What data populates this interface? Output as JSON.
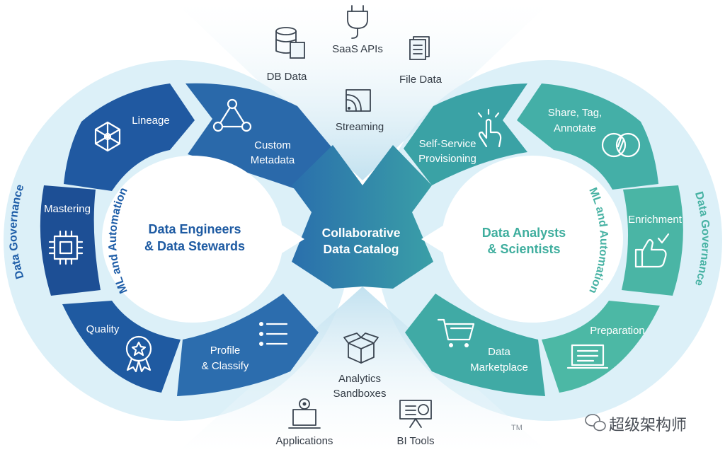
{
  "hub": {
    "line1": "Collaborative",
    "line2": "Data Catalog"
  },
  "left_center": {
    "line1": "Data Engineers",
    "line2": "& Data Stewards"
  },
  "right_center": {
    "line1": "Data Analysts",
    "line2": "& Scientists"
  },
  "left_arcs": {
    "outer": "Data Governance",
    "inner": "ML and Automation"
  },
  "right_arcs": {
    "outer": "Data Governance",
    "inner": "ML and Automation"
  },
  "left_segments": {
    "lineage": "Lineage",
    "custom_metadata": {
      "line1": "Custom",
      "line2": "Metadata"
    },
    "mastering": "Mastering",
    "quality": "Quality",
    "profile": {
      "line1": "Profile",
      "line2": "& Classify"
    }
  },
  "right_segments": {
    "self_service": {
      "line1": "Self-Service",
      "line2": "Provisioning"
    },
    "share": {
      "line1": "Share, Tag,",
      "line2": "Annotate"
    },
    "enrichment": "Enrichment",
    "preparation": "Preparation",
    "marketplace": {
      "line1": "Data",
      "line2": "Marketplace"
    }
  },
  "sources": {
    "saas": "SaaS APIs",
    "db": "DB Data",
    "file": "File Data",
    "streaming": "Streaming"
  },
  "outputs": {
    "sandboxes": {
      "line1": "Analytics",
      "line2": "Sandboxes"
    },
    "applications": "Applications",
    "bi": "BI Tools"
  },
  "trademark": "TM",
  "watermark": "超级架构师",
  "icons": [
    "db-icon",
    "plug-icon",
    "file-icon",
    "streaming-icon",
    "network-icon",
    "triangle-icon",
    "chip-icon",
    "badge-icon",
    "list-icon",
    "touch-icon",
    "venn-icon",
    "thumbs-up-icon",
    "cart-icon",
    "laptop-icon",
    "box-icon",
    "gear-monitor-icon",
    "board-icon",
    "wechat-icon"
  ],
  "colors": {
    "left_dark": "#1f4f96",
    "left_mid": "#2d6db0",
    "hub": "#2f83a7",
    "right_mid": "#3ea7a6",
    "right_light": "#4cb8a6",
    "halo": "#d9eef7"
  }
}
